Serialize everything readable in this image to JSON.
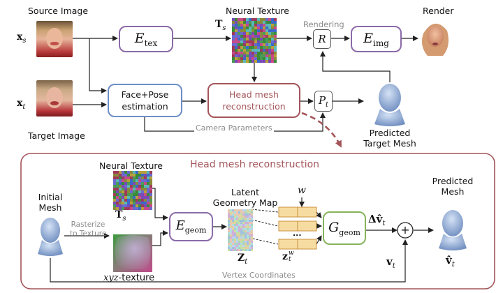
{
  "top": {
    "source_image_label": "Source Image",
    "target_image_label": "Target Image",
    "neural_texture_label": "Neural Texture",
    "rendering_label": "Rendering",
    "render_label": "Render",
    "xs_symbol": "x",
    "xs_sub": "s",
    "xt_symbol": "x",
    "xt_sub": "t",
    "ts_symbol": "T",
    "ts_sub": "s",
    "etex_symbol": "E",
    "etex_sub": "tex",
    "eimg_symbol": "E",
    "eimg_sub": "img",
    "r_symbol": "R",
    "pt_symbol": "P",
    "pt_sub": "t",
    "face_pose_line1": "Face+Pose",
    "face_pose_line2": "estimation",
    "head_mesh_line1": "Head mesh",
    "head_mesh_line2": "reconstruction",
    "camera_params_label": "Camera Parameters",
    "predicted_target_line1": "Predicted",
    "predicted_target_line2": "Target Mesh"
  },
  "bottom": {
    "panel_title": "Head mesh reconstruction",
    "neural_texture_label": "Neural Texture",
    "ts_symbol": "T",
    "ts_sub": "s",
    "initial_mesh_line1": "Initial",
    "initial_mesh_line2": "Mesh",
    "rasterize_line1": "Rasterize",
    "rasterize_line2": "to Texture",
    "xyz_texture_math": "xyz",
    "xyz_texture_suffix": "-texture",
    "egeom_symbol": "E",
    "egeom_sub": "geom",
    "latent_line1": "Latent",
    "latent_line2": "Geometry Map",
    "zt_symbol": "Z",
    "zt_sub": "t",
    "w_symbol": "w",
    "ztw_symbol": "z",
    "ztw_sub": "t",
    "ztw_sup": "w",
    "ellipsis": "...",
    "ggeom_symbol": "G",
    "ggeom_sub": "geom",
    "delta_v_symbol": "Δv̂",
    "delta_v_sub": "t",
    "plus_symbol": "+",
    "vt_symbol": "v",
    "vt_sub": "t",
    "vhat_symbol": "v̂",
    "vhat_sub": "t",
    "predicted_mesh_line1": "Predicted",
    "predicted_mesh_line2": "Mesh",
    "vertex_coords_label": "Vertex Coordinates"
  },
  "colors": {
    "purple": "#8b6aa8",
    "blue": "#6b8ec7",
    "red": "#a4555a",
    "green": "#86b35a",
    "latent_cell": "#f7dca2"
  }
}
